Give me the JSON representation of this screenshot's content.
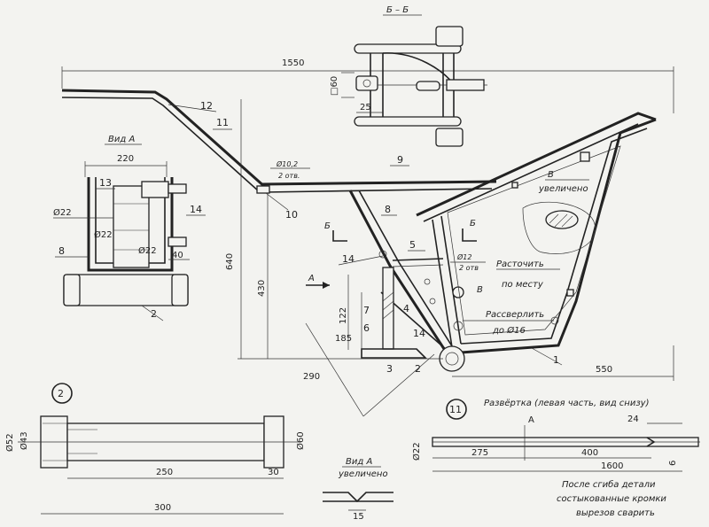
{
  "section_bb": "Б – Б",
  "dims": {
    "d1550": "1550",
    "d640": "640",
    "d430": "430",
    "d550": "550",
    "d290": "290",
    "d185": "185",
    "d122": "122",
    "d60sq": "□60",
    "d25": "25",
    "d220": "220",
    "d40": "40",
    "d52": "Ø52",
    "d43": "Ø43",
    "d60": "Ø60",
    "d250": "250",
    "d30": "30",
    "d300": "300",
    "d15": "15",
    "d22r": "Ø22",
    "d275": "275",
    "d400": "400",
    "d1600": "1600",
    "d24": "24",
    "d6": "6"
  },
  "view_a": {
    "title": "Вид А",
    "d22a": "Ø22",
    "d22b": "Ø22",
    "d22c": "Ø22"
  },
  "view_a_enlarged": {
    "line1": "Вид А",
    "line2": "увеличено"
  },
  "view_b": {
    "line1": "В",
    "line2": "увеличено"
  },
  "callouts": {
    "hole10": "Ø10,2",
    "hole10_count": "2 отв.",
    "hole12": "Ø12",
    "hole12_count": "2 отв",
    "bore1": "Расточить",
    "bore2": "по месту",
    "drill1": "Рассверлить",
    "drill2": "до Ø16",
    "arrow_a": "А",
    "arrow_b": "Б",
    "label_b": "В"
  },
  "parts": [
    "1",
    "2",
    "3",
    "4",
    "5",
    "6",
    "7",
    "8",
    "9",
    "10",
    "11",
    "12",
    "13",
    "14"
  ],
  "part_detail_2": "2",
  "part_detail_11": "11",
  "unfold": {
    "title": "Развёртка (левая часть, вид снизу)",
    "mark_a": "А"
  },
  "note": {
    "line1": "После сгиба детали",
    "line2": "состыкованные кромки",
    "line3": "вырезов сварить"
  }
}
